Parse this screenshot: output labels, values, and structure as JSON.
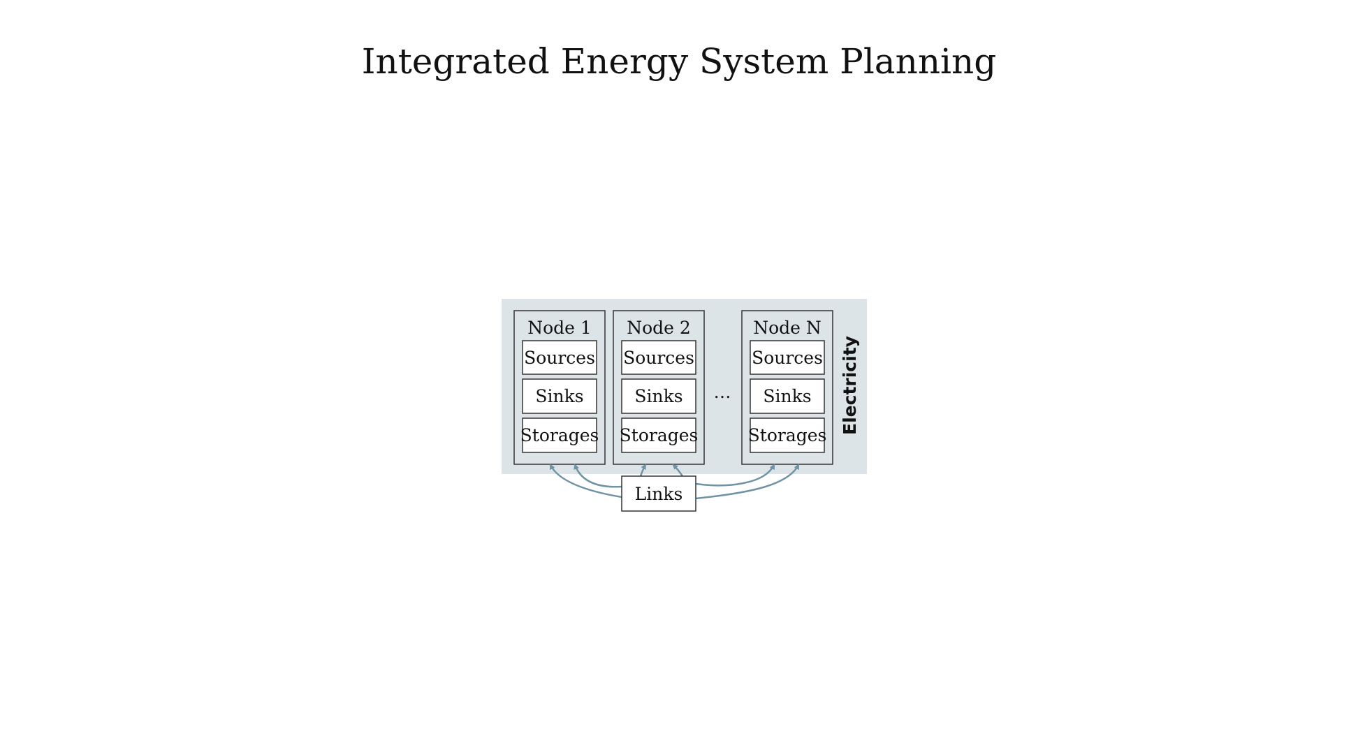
{
  "title": "Integrated Energy System Planning",
  "colors": {
    "layer_background": "#dde4e8",
    "arrow": "#6f93a5",
    "box_border": "#333333"
  },
  "layer": {
    "label": "Electricity"
  },
  "nodes": [
    {
      "title": "Node 1",
      "components": [
        "Sources",
        "Sinks",
        "Storages"
      ]
    },
    {
      "title": "Node 2",
      "components": [
        "Sources",
        "Sinks",
        "Storages"
      ]
    },
    {
      "title": "Node N",
      "components": [
        "Sources",
        "Sinks",
        "Storages"
      ]
    }
  ],
  "ellipsis": "…",
  "links_label": "Links"
}
